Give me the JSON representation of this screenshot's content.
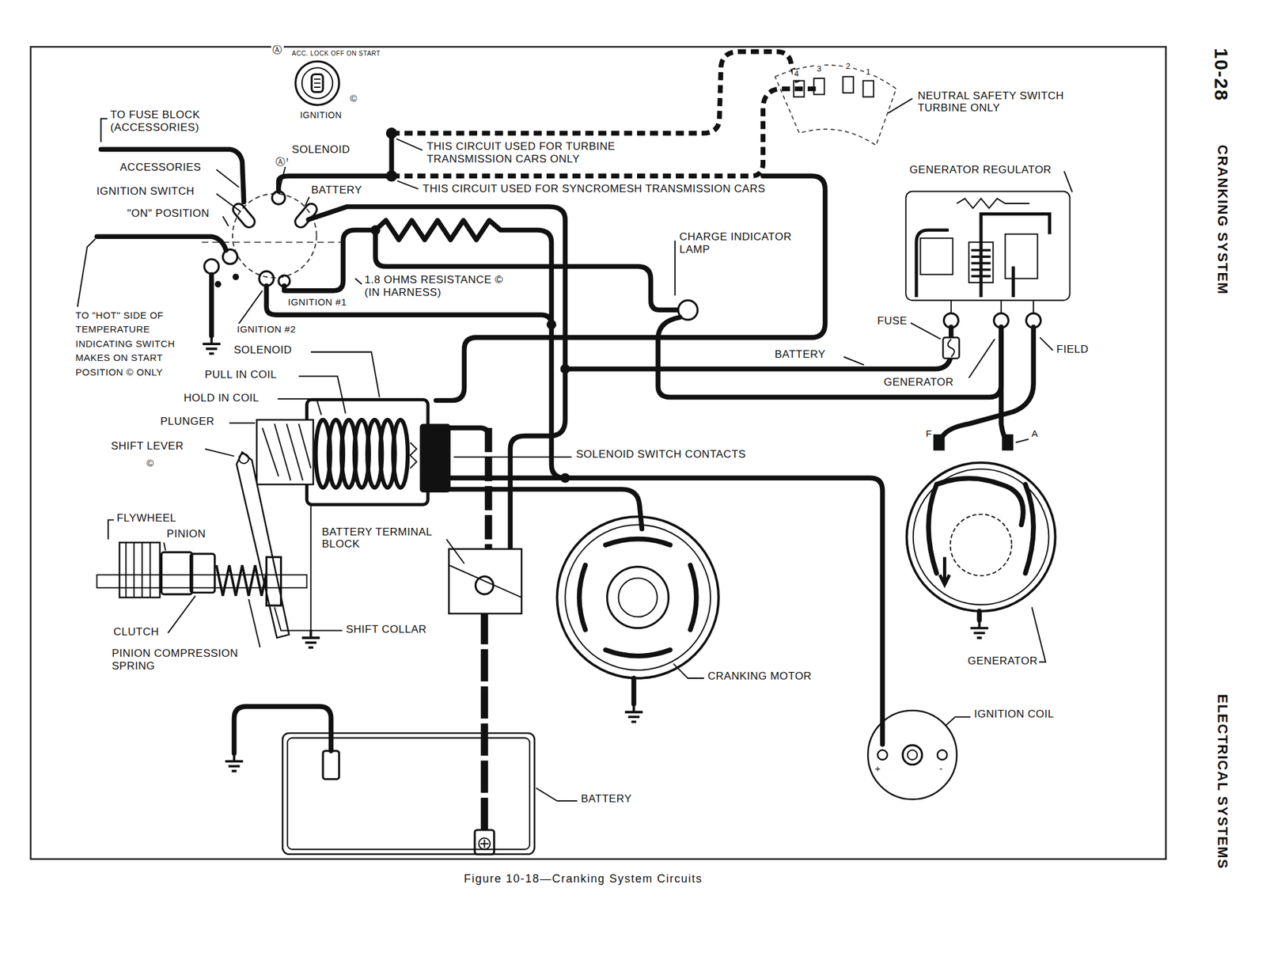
{
  "diagram": {
    "caption": "Figure 10-18—Cranking System Circuits",
    "labels": [
      "ACC. LOCK OFF ON START",
      "IGNITION",
      "Ⓐ",
      "©",
      "TO FUSE BLOCK (ACCESSORIES)",
      "ACCESSORIES",
      "IGNITION SWITCH",
      "\"ON\" POSITION",
      "SOLENOID",
      "Ⓐ",
      "BATTERY",
      "THIS CIRCUIT USED FOR TURBINE TRANSMISSION CARS ONLY",
      "THIS CIRCUIT USED FOR SYNCROMESH TRANSMISSION CARS",
      "4",
      "3",
      "2",
      "1",
      "NEUTRAL SAFETY SWITCH TURBINE ONLY",
      "GENERATOR REGULATOR",
      "CHARGE INDICATOR LAMP",
      "1.8 OHMS RESISTANCE © (IN HARNESS)",
      "IGNITION #1",
      "IGNITION #2",
      "TO \"HOT\" SIDE OF TEMPERATURE INDICATING SWITCH MAKES ON START POSITION © ONLY",
      "SOLENOID",
      "PULL IN COIL",
      "HOLD IN COIL",
      "PLUNGER",
      "SHIFT LEVER",
      "©",
      "FUSE",
      "BATTERY",
      "GENERATOR",
      "FIELD",
      "SOLENOID SWITCH CONTACTS",
      "F",
      "A",
      "FLYWHEEL",
      "PINION",
      "BATTERY TERMINAL BLOCK",
      "CLUTCH",
      "PINION COMPRESSION SPRING",
      "SHIFT COLLAR",
      "GENERATOR",
      "CRANKING MOTOR",
      "IGNITION COIL",
      "+",
      "-",
      "BATTERY",
      "10-28",
      "CRANKING SYSTEM",
      "ELECTRICAL SYSTEMS"
    ]
  }
}
